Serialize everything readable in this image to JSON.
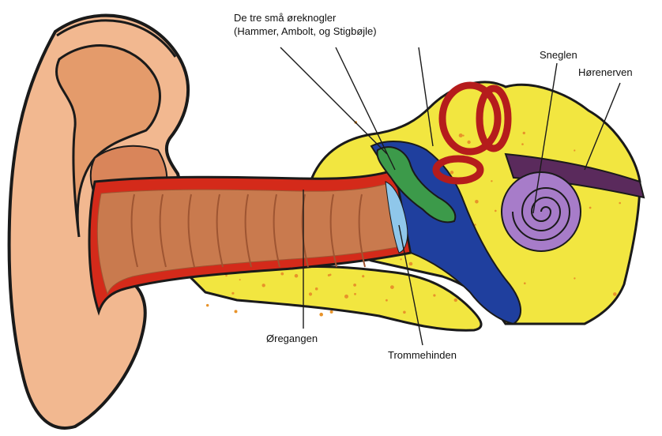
{
  "labels": {
    "ossicles_line1": "De tre små øreknogler",
    "ossicles_line2": "(Hammer, Ambolt, og Stigbøjle)",
    "cochlea": "Sneglen",
    "auditory_nerve": "Hørenerven",
    "ear_canal": "Øregangen",
    "eardrum": "Trommehinden"
  },
  "colors": {
    "skin": "#f2b890",
    "skin_dark": "#e49b6b",
    "skin_shadow": "#d9855a",
    "outline": "#1a1a1a",
    "canal": "#c97a4e",
    "canal_stripe": "#9e5532",
    "red_lining": "#d42a1a",
    "bone_yellow": "#f2e640",
    "bone_speckle": "#e8932a",
    "middle_ear_blue": "#1f3f9e",
    "ossicle_green": "#3c9a4a",
    "eardrum_lightblue": "#8fc7ea",
    "cochlea_purple": "#a77cc9",
    "semicircular_red": "#b51c1c",
    "nerve_purple": "#5a2a5c"
  }
}
